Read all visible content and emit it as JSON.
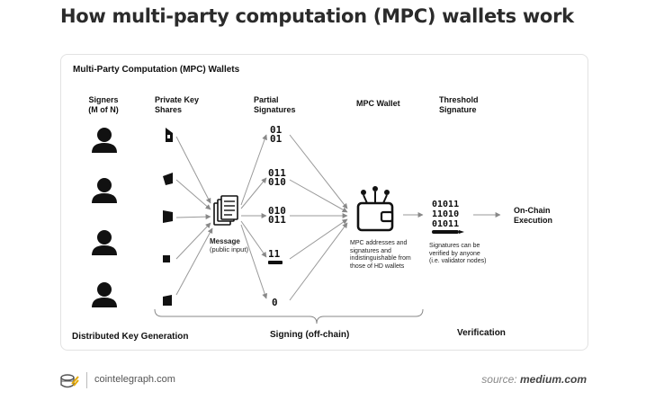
{
  "title": "How multi-party computation (MPC) wallets work",
  "diagram": {
    "heading": "Multi-Party Computation (MPC) Wallets",
    "columns": {
      "signers": [
        "Signers",
        "(M of N)"
      ],
      "private_key_shares": [
        "Private Key",
        "Shares"
      ],
      "partial_signatures": [
        "Partial",
        "Signatures"
      ],
      "mpc_wallet": "MPC Wallet",
      "threshold_signature": [
        "Threshold",
        "Signature"
      ]
    },
    "message": {
      "label": "Message",
      "sublabel": "(public input)"
    },
    "mpc_note": [
      "MPC addresses and",
      "signatures and",
      "indistinguishable from",
      "those of HD wallets"
    ],
    "binary": [
      "01011",
      "11010",
      "01011"
    ],
    "partial_bits": [
      "01",
      "01",
      "011",
      "010",
      "010",
      "011",
      "11",
      "0"
    ],
    "threshold_note": [
      "Signatures can be",
      "verified by anyone",
      "(i.e. validator nodes)"
    ],
    "on_chain": [
      "On-Chain",
      "Execution"
    ],
    "phases": {
      "distributed": "Distributed Key Generation",
      "signing": "Signing (off-chain)",
      "verification": "Verification"
    }
  },
  "footer": {
    "site": "cointelegraph.com",
    "source_prefix": "source:",
    "source_name": "medium.com"
  },
  "icons": [
    "user-icon",
    "key-share-icon",
    "document-icon",
    "wallet-icon",
    "pen-icon",
    "cointelegraph-logo-icon"
  ]
}
